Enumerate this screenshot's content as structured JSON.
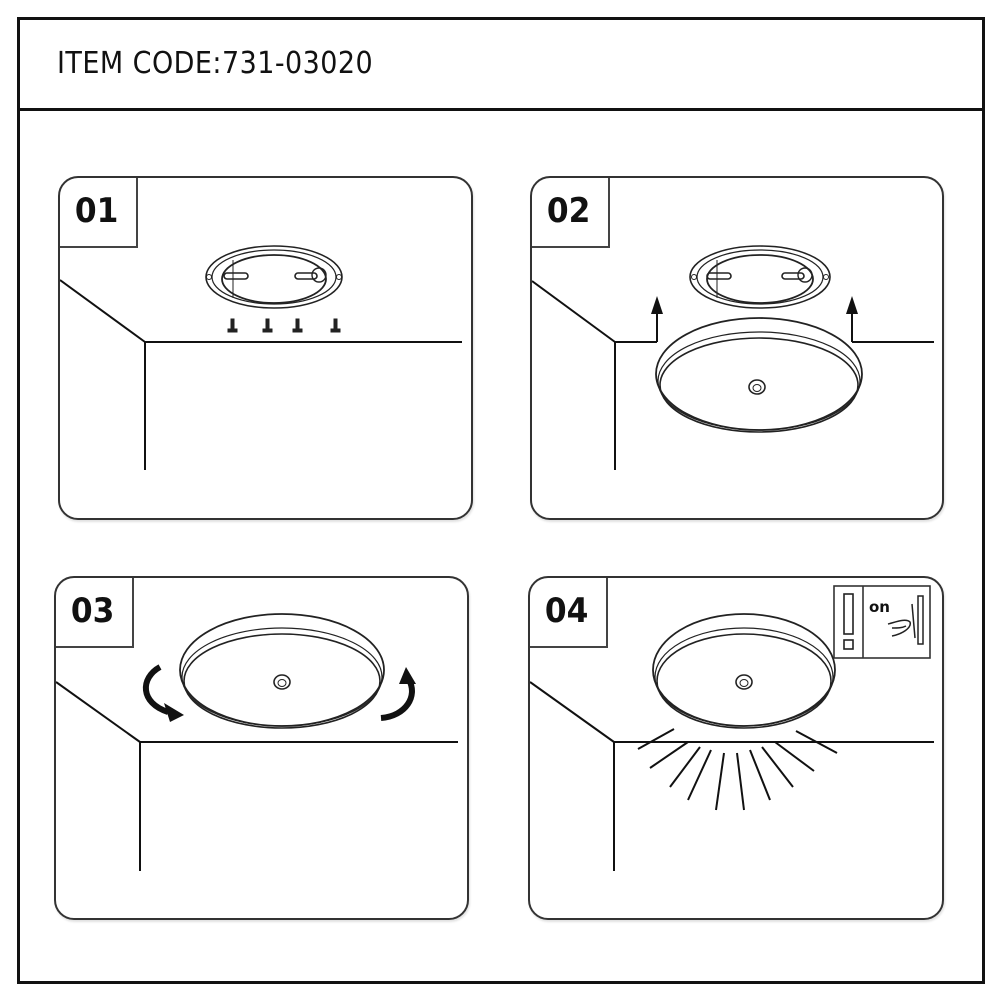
{
  "header": {
    "item_code_label": "ITEM CODE:",
    "item_code_value": "731-03020",
    "title": "ITEM CODE:731-03020"
  },
  "steps": [
    {
      "number": "01",
      "illustration": "mounting-plate-screwed-to-ceiling",
      "icons": [
        "mounting-plate-icon",
        "screw-icon",
        "screw-icon",
        "screw-icon",
        "screw-icon"
      ]
    },
    {
      "number": "02",
      "illustration": "lift-light-fixture-to-mounting-plate",
      "icons": [
        "mounting-plate-icon",
        "ceiling-light-icon",
        "arrow-up-icon",
        "arrow-up-icon"
      ]
    },
    {
      "number": "03",
      "illustration": "rotate-light-fixture-to-lock",
      "icons": [
        "ceiling-light-icon",
        "rotate-arrow-icon",
        "rotate-arrow-icon"
      ]
    },
    {
      "number": "04",
      "illustration": "switch-on-light",
      "icons": [
        "ceiling-light-icon",
        "light-rays-icon",
        "warning-icon",
        "wall-switch-icon"
      ],
      "switch_label": "on"
    }
  ],
  "colors": {
    "line": "#111111",
    "background": "#ffffff"
  }
}
